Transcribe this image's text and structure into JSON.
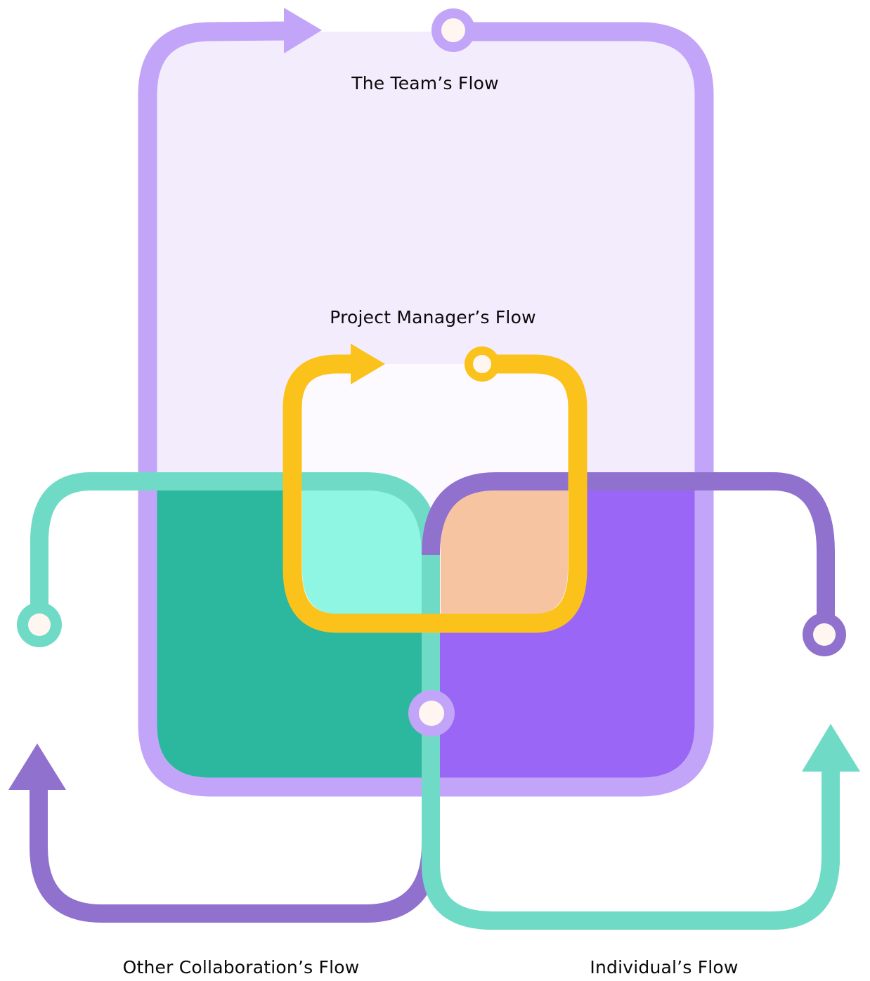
{
  "diagram": {
    "title": "Flow overlap diagram",
    "labels": {
      "team": "The Team’s Flow",
      "project_manager": "Project Manager’s Flow",
      "other_collaboration": "Other Collaboration’s Flow",
      "individual": "Individual’s Flow"
    },
    "flows": [
      {
        "id": "team",
        "name": "The Team’s Flow",
        "color": "#c2a5f8",
        "fill": "#f3ecfd",
        "shape": "rounded loop with arrow and node"
      },
      {
        "id": "project_manager",
        "name": "Project Manager’s Flow",
        "color": "#fbc21b",
        "fill": "#fcfaff",
        "shape": "rounded loop with arrow and node"
      },
      {
        "id": "other_collaboration",
        "name": "Other Collaboration’s Flow",
        "color": "#6fdbc6",
        "fill": "#2bb89e",
        "shape": "open loop with node and up arrow"
      },
      {
        "id": "individual",
        "name": "Individual’s Flow",
        "color": "#9072ce",
        "fill": "#9966f5",
        "shape": "open loop with node and up arrow"
      }
    ],
    "colors": {
      "team_stroke": "#c2a5f8",
      "team_fill": "#f3ecfd",
      "pm_stroke": "#fbc21b",
      "pm_fill": "#fcfaff",
      "teal_stroke": "#6fdbc6",
      "teal_fill": "#2bb89e",
      "teal_light": "#8ef6e2",
      "purple_stroke": "#9072ce",
      "purple_fill": "#9966f5",
      "peach_fill": "#f7c4a2",
      "node_center": "#fff6f1",
      "text": "#0a0a0a"
    }
  }
}
